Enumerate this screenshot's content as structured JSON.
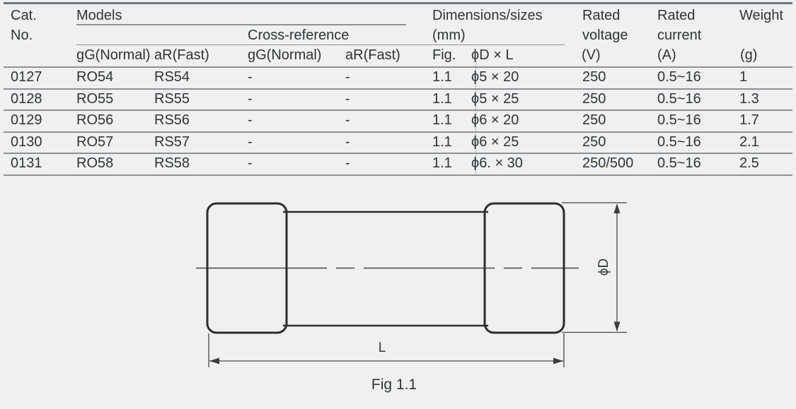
{
  "colors": {
    "background": "#eff0ef",
    "table_line": "#8d9298",
    "top_border": "#70767c",
    "text": "#303438",
    "figure_stroke": "#2b2d2f"
  },
  "table": {
    "header": {
      "cat_no_line1": "Cat.",
      "cat_no_line2": "No.",
      "models": "Models",
      "cross_reference": "Cross-reference",
      "dimensions_line1": "Dimensions/sizes",
      "dimensions_line2": "(mm)",
      "rated_voltage_line1": "Rated",
      "rated_voltage_line2": "voltage",
      "rated_voltage_unit": "(V)",
      "rated_current_line1": "Rated",
      "rated_current_line2": "current",
      "rated_current_unit": "(A)",
      "weight": "Weight",
      "weight_unit": "(g)",
      "sub_gg_models": "gG(Normal)",
      "sub_ar_models": "aR(Fast)",
      "sub_gg_cross": "gG(Normal)",
      "sub_ar_cross": "aR(Fast)",
      "sub_fig": "Fig.",
      "sub_d_x_l": "ϕD × L"
    },
    "rows": [
      {
        "cat_no": "0127",
        "model_gg": "RO54",
        "model_ar": "RS54",
        "cross_gg": "-",
        "cross_ar": "-",
        "fig": "1.1",
        "d_x_l": "ϕ5 × 20",
        "rated_voltage": "250",
        "rated_current": "0.5~16",
        "weight": "1"
      },
      {
        "cat_no": "0128",
        "model_gg": "RO55",
        "model_ar": "RS55",
        "cross_gg": "-",
        "cross_ar": "-",
        "fig": "1.1",
        "d_x_l": "ϕ5 × 25",
        "rated_voltage": "250",
        "rated_current": "0.5~16",
        "weight": "1.3"
      },
      {
        "cat_no": "0129",
        "model_gg": "RO56",
        "model_ar": "RS56",
        "cross_gg": "-",
        "cross_ar": "-",
        "fig": "1.1",
        "d_x_l": "ϕ6 × 20",
        "rated_voltage": "250",
        "rated_current": "0.5~16",
        "weight": "1.7"
      },
      {
        "cat_no": "0130",
        "model_gg": "RO57",
        "model_ar": "RS57",
        "cross_gg": "-",
        "cross_ar": "-",
        "fig": "1.1",
        "d_x_l": "ϕ6 × 25",
        "rated_voltage": "250",
        "rated_current": "0.5~16",
        "weight": "2.1"
      },
      {
        "cat_no": "0131",
        "model_gg": "RO58",
        "model_ar": "RS58",
        "cross_gg": "-",
        "cross_ar": "-",
        "fig": "1.1",
        "d_x_l": "ϕ6. × 30",
        "rated_voltage": "250/500",
        "rated_current": "0.5~16",
        "weight": "2.5"
      }
    ]
  },
  "figure": {
    "diameter_label": "ϕD",
    "length_label": "L",
    "caption": "Fig 1.1"
  }
}
